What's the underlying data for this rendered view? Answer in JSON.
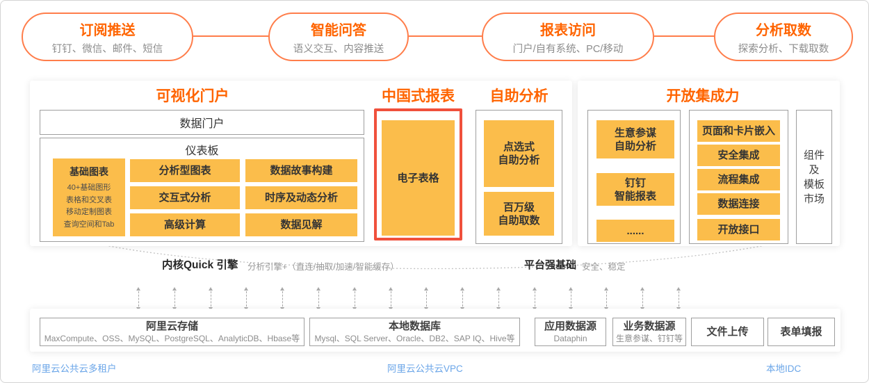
{
  "colors": {
    "orange": "#ff6400",
    "pill-border": "#ff7d4a",
    "yellow": "#fbbd4b",
    "red": "#f0503c",
    "border-gray": "#9e9e9e",
    "gray-text": "#8c8c8c",
    "blue": "#6aa5e8"
  },
  "top_flows": [
    {
      "title": "订阅推送",
      "subtitle": "钉钉、微信、邮件、短信"
    },
    {
      "title": "智能问答",
      "subtitle": "语义交互、内容推送"
    },
    {
      "title": "报表访问",
      "subtitle": "门户/自有系统、PC/移动"
    },
    {
      "title": "分析取数",
      "subtitle": "探索分析、下载取数"
    }
  ],
  "visual_portal": {
    "title": "可视化门户",
    "data_portal": "数据门户",
    "dashboard": "仪表板",
    "basic_chart": {
      "title": "基础图表",
      "items": [
        "40+基础图形",
        "表格和交叉表",
        "移动定制图表",
        "查询空间和Tab"
      ]
    },
    "col1": [
      "分析型图表",
      "交互式分析",
      "高级计算"
    ],
    "col2": [
      "数据故事构建",
      "时序及动态分析",
      "数据见解"
    ]
  },
  "china_report": {
    "title": "中国式报表",
    "card": "电子表格"
  },
  "self_service": {
    "title": "自助分析",
    "cards": [
      "点选式\n自助分析",
      "百万级\n自助取数"
    ]
  },
  "open_integration": {
    "title": "开放集成力",
    "col1": [
      "生意参谋\n自助分析",
      "钉钉\n智能报表",
      "......"
    ],
    "col2": [
      "页面和卡片嵌入",
      "安全集成",
      "流程集成",
      "数据连接",
      "开放接口"
    ],
    "market": "组件\n及\n模板\n市场"
  },
  "engine": {
    "kernel_title": "内核Quick 引擎",
    "kernel_desc": "分析引擎+（直连/抽取/加速/智能缓存）",
    "platform_title": "平台强基础",
    "platform_desc": "安全、稳定"
  },
  "datasources": [
    {
      "title": "阿里云存储",
      "subtitle": "MaxCompute、OSS、MySQL、PostgreSQL、AnalyticDB、Hbase等"
    },
    {
      "title": "本地数据库",
      "subtitle": "Mysql、SQL Server、Oracle、DB2、SAP IQ、Hive等"
    },
    {
      "title": "应用数据源",
      "subtitle": "Dataphin"
    },
    {
      "title": "业务数据源",
      "subtitle": "生意参谋、钉钉等"
    },
    {
      "title": "文件上传"
    },
    {
      "title": "表单填报"
    }
  ],
  "footer": {
    "left": "阿里云公共云多租户",
    "center": "阿里云公共云VPC",
    "right": "本地IDC"
  },
  "arrow_count": 16
}
